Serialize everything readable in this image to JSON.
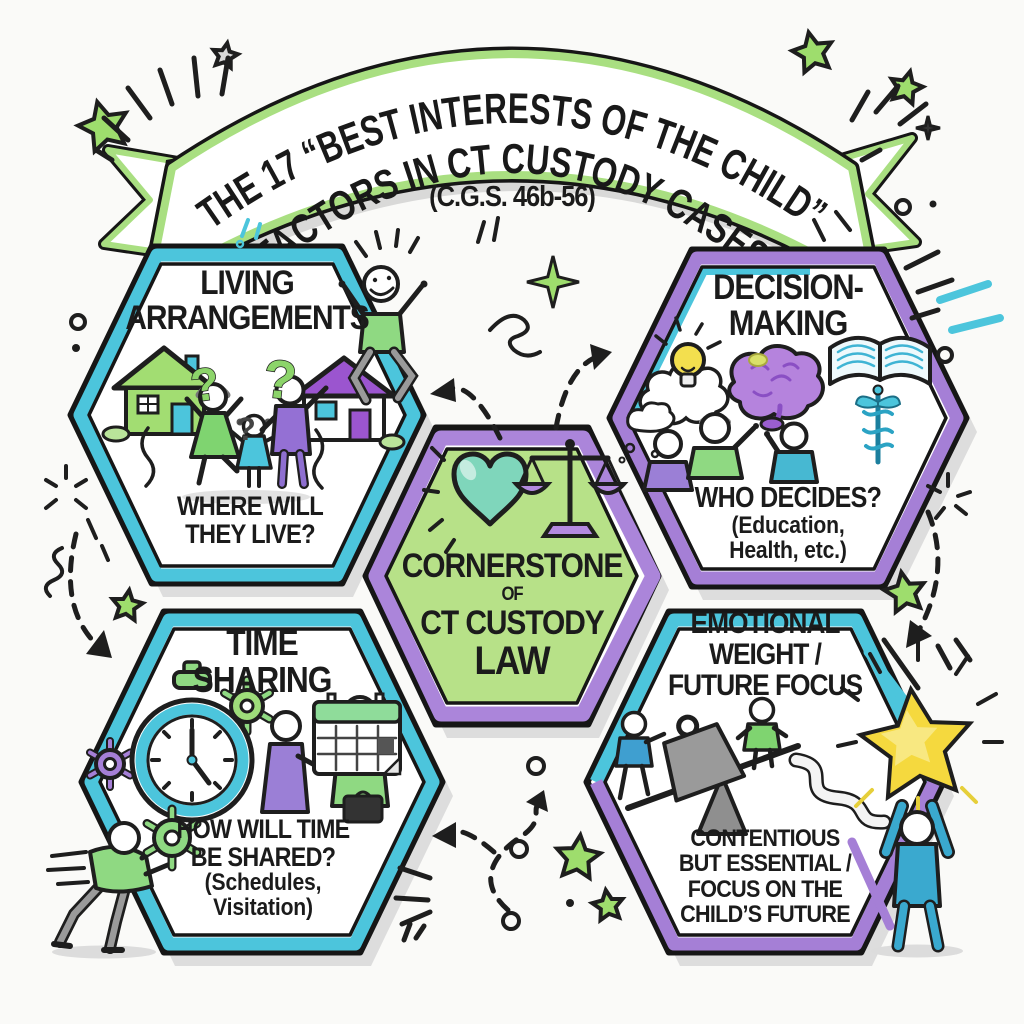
{
  "banner": {
    "title_line1": "THE 17 “BEST INTERESTS OF THE CHILD”",
    "title_line2": "FACTORS IN CT CUSTODY CASES",
    "statute": "(C.G.S. 46b-56)"
  },
  "center_hex": {
    "line1": "CORNERSTONE",
    "line2": "OF",
    "line3": "CT CUSTODY",
    "line4": "LAW"
  },
  "factors": {
    "living": {
      "title1": "LIVING",
      "title2": "ARRANGEMENTS",
      "cap1": "WHERE WILL",
      "cap2": "THEY LIVE?"
    },
    "decision": {
      "title1": "DECISION-",
      "title2": "MAKING",
      "cap1": "WHO DECIDES?",
      "cap2": "(Education,",
      "cap3": "Health, etc.)"
    },
    "time": {
      "title1": "TIME",
      "title2": "SHARING",
      "cap1": "HOW WILL TIME",
      "cap2": "BE SHARED?",
      "cap3": "(Schedules,",
      "cap4": "Visitation)"
    },
    "emotional": {
      "title1": "EMOTIONAL",
      "title2": "WEIGHT /",
      "title3": "FUTURE FOCUS",
      "cap1": "CONTENTIOUS",
      "cap2": "BUT ESSENTIAL /",
      "cap3": "FOCUS ON THE",
      "cap4": "CHILD’S FUTURE"
    }
  },
  "decor": {
    "question_mark": "?"
  },
  "colors": {
    "green_band": "#a9df81",
    "green_fill": "#b7e188",
    "green_accent": "#8fd982",
    "cyan": "#4cc5dc",
    "purple": "#a57fd6",
    "yellow": "#f3df4e",
    "ink": "#1e1e1e"
  }
}
